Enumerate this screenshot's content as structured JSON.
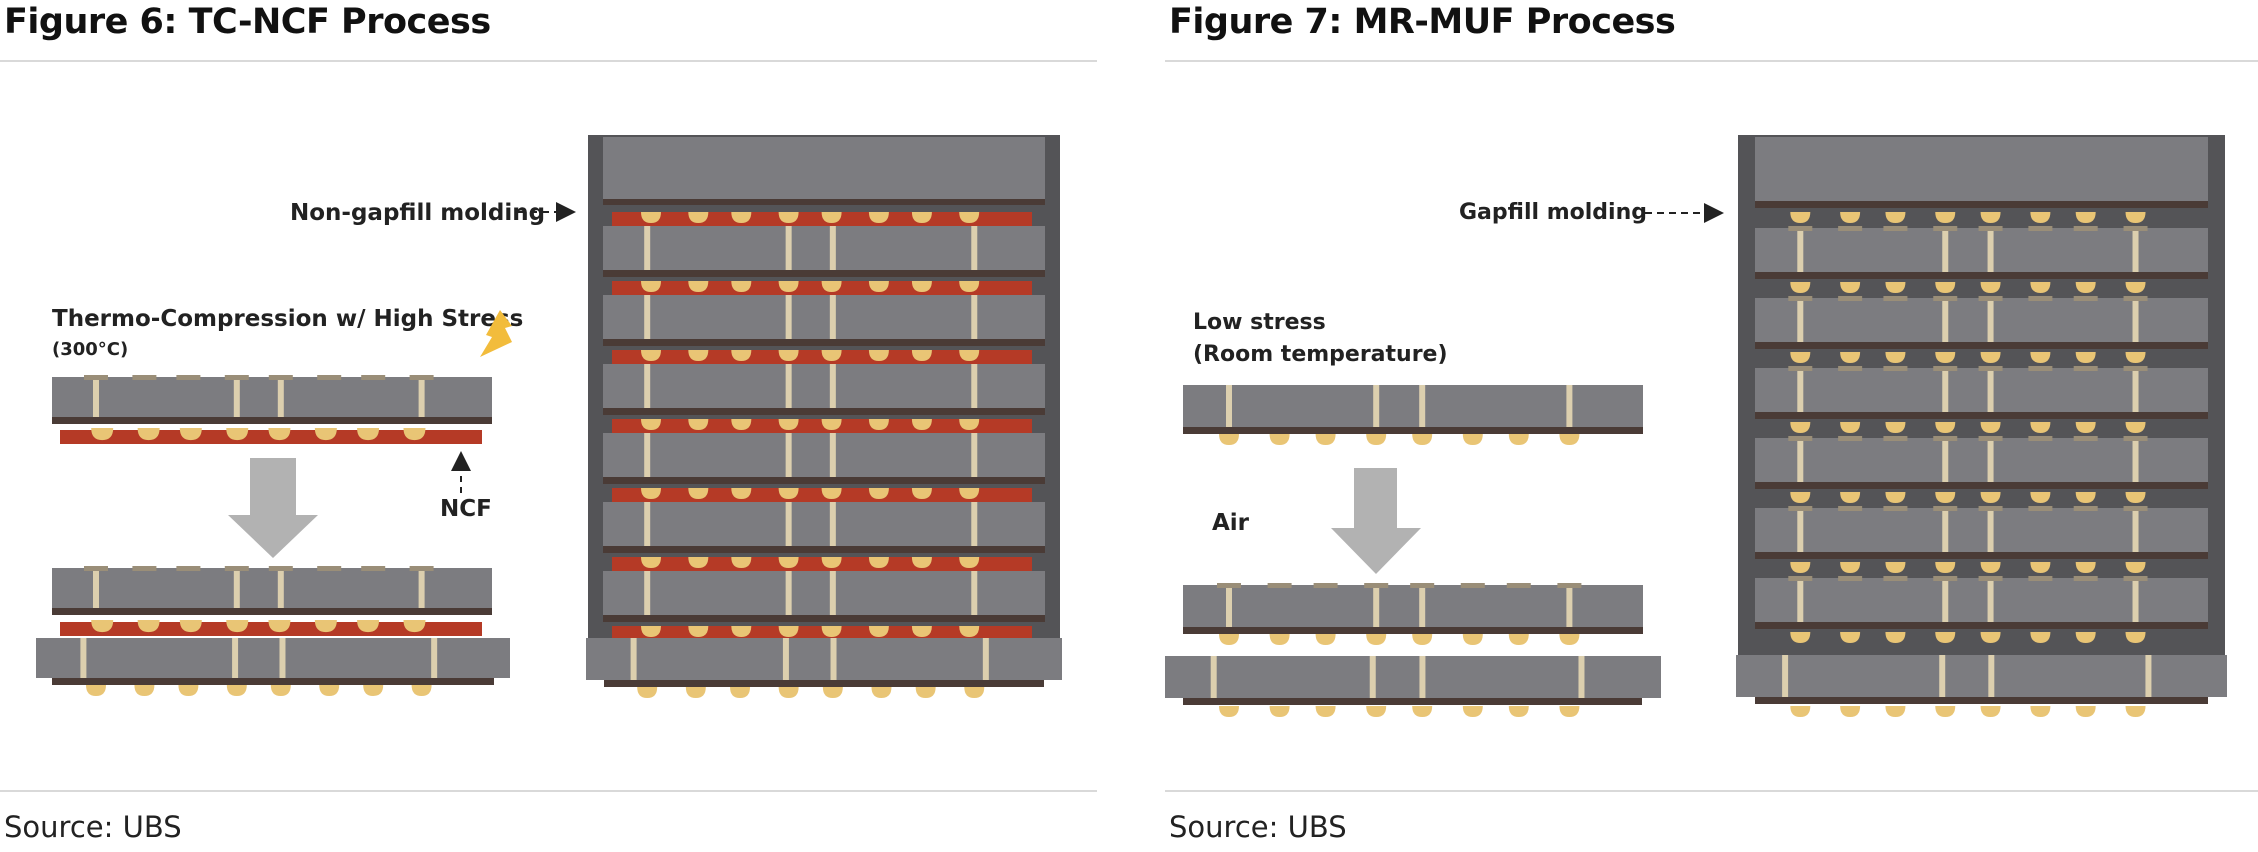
{
  "figure6": {
    "title": "Figure 6: TC-NCF Process",
    "labels": {
      "molding": "Non-gapfill molding",
      "stress": "Thermo-Compression w/ High Stress",
      "temp": "(300°C)",
      "film": "NCF"
    },
    "source": "Source: UBS"
  },
  "figure7": {
    "title": "Figure 7: MR-MUF Process",
    "labels": {
      "molding": "Gapfill molding",
      "stress": "Low stress",
      "temp": "(Room temperature)",
      "air": "Air"
    },
    "source": "Source: UBS"
  },
  "colors": {
    "die": "#7c7c80",
    "substrate": "#4a3b36",
    "ncf": "#b53a26",
    "bump": "#e9c575",
    "tsv": "#dccfae",
    "mold": "#545457",
    "arrow": "#b2b2b2"
  }
}
